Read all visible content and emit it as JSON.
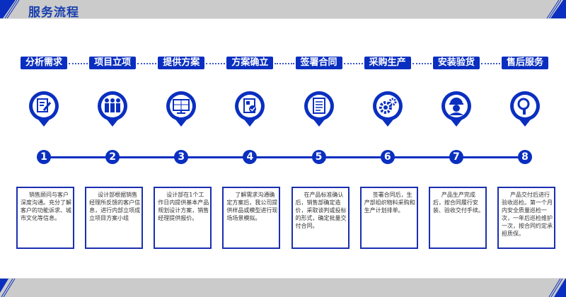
{
  "header": {
    "title": "服务流程"
  },
  "colors": {
    "brand": "#0a2fc0",
    "bar": "#cbcbcb"
  },
  "steps": [
    {
      "label": "分析需求",
      "number": "1",
      "icon": "document-edit-icon",
      "desc": "销售顾问与客户深度沟通。充分了解客户的功能诉求、城市文化等信息。"
    },
    {
      "label": "项目立项",
      "number": "2",
      "icon": "team-icon",
      "desc": "设计部根据销售经理所反馈的客户信息，进行内部立项成立项目方案小组"
    },
    {
      "label": "提供方案",
      "number": "3",
      "icon": "monitor-icon",
      "desc": "设计部在1个工作日内提供基本产品规划设计方案，销售经理提供报价。"
    },
    {
      "label": "方案确立",
      "number": "4",
      "icon": "document-check-icon",
      "desc": "了解需求沟通确定方案后，我公司提供样品或模型进行现场场景模拟。"
    },
    {
      "label": "签署合同",
      "number": "5",
      "icon": "contract-icon",
      "desc": "在产品标准确认后，销售部确定造价，采取谈判或投标的形式，确定批量交付合同。"
    },
    {
      "label": "采购生产",
      "number": "6",
      "icon": "gears-icon",
      "desc": "签署合同后，生产部组织物料采购和生产计划排单。"
    },
    {
      "label": "安装验货",
      "number": "7",
      "icon": "worker-icon",
      "desc": "产品生产完成后，按合同履行安装、验收交付手续。"
    },
    {
      "label": "售后服务",
      "number": "8",
      "icon": "magnifier-icon",
      "desc": "产品交付后进行验收巡检。第一个月内安全质量巡检一次，一年后巡检维护一次，按合同约定承担质保。"
    }
  ]
}
